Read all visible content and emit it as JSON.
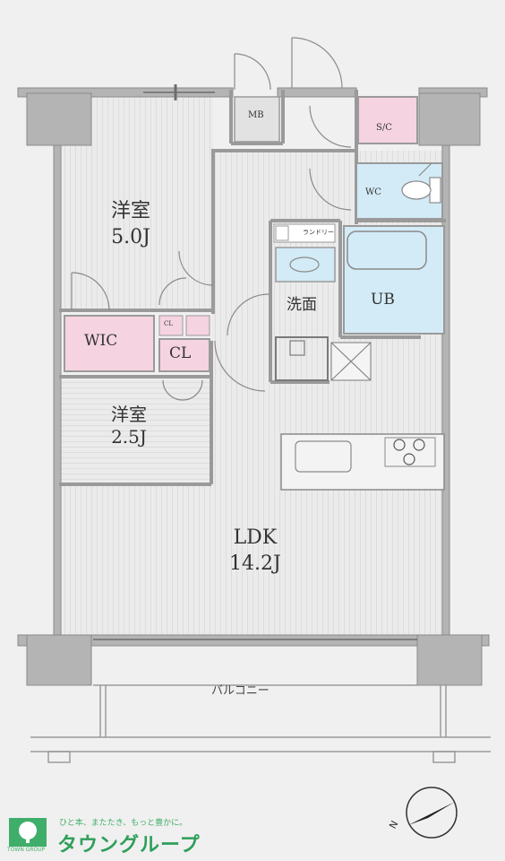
{
  "rooms": {
    "western_large": {
      "name": "洋室",
      "size": "5.0J"
    },
    "western_small": {
      "name": "洋室",
      "size": "2.5J"
    },
    "ldk": {
      "name": "LDK",
      "size": "14.2J"
    },
    "wic": "WIC",
    "cl_main": "CL",
    "cl_small": "CL",
    "mb": "MB",
    "stc": "S/C",
    "wc": "WC",
    "washroom": "洗面",
    "ub": "UB",
    "laundry_label": "ランドリー",
    "balcony": "バルコニー"
  },
  "compass": {
    "label": "N"
  },
  "footer": {
    "tagline": "ひと本、またたき、もっと豊かに。",
    "brand": "タウングループ",
    "logo_caption": "TOWN GROUP"
  },
  "colors": {
    "pink": "#f5d3e1",
    "blue": "#d3ebf6",
    "wall": "#9a9a9a",
    "floor": "#e6e6e6",
    "brand_green": "#2f9f5a"
  }
}
